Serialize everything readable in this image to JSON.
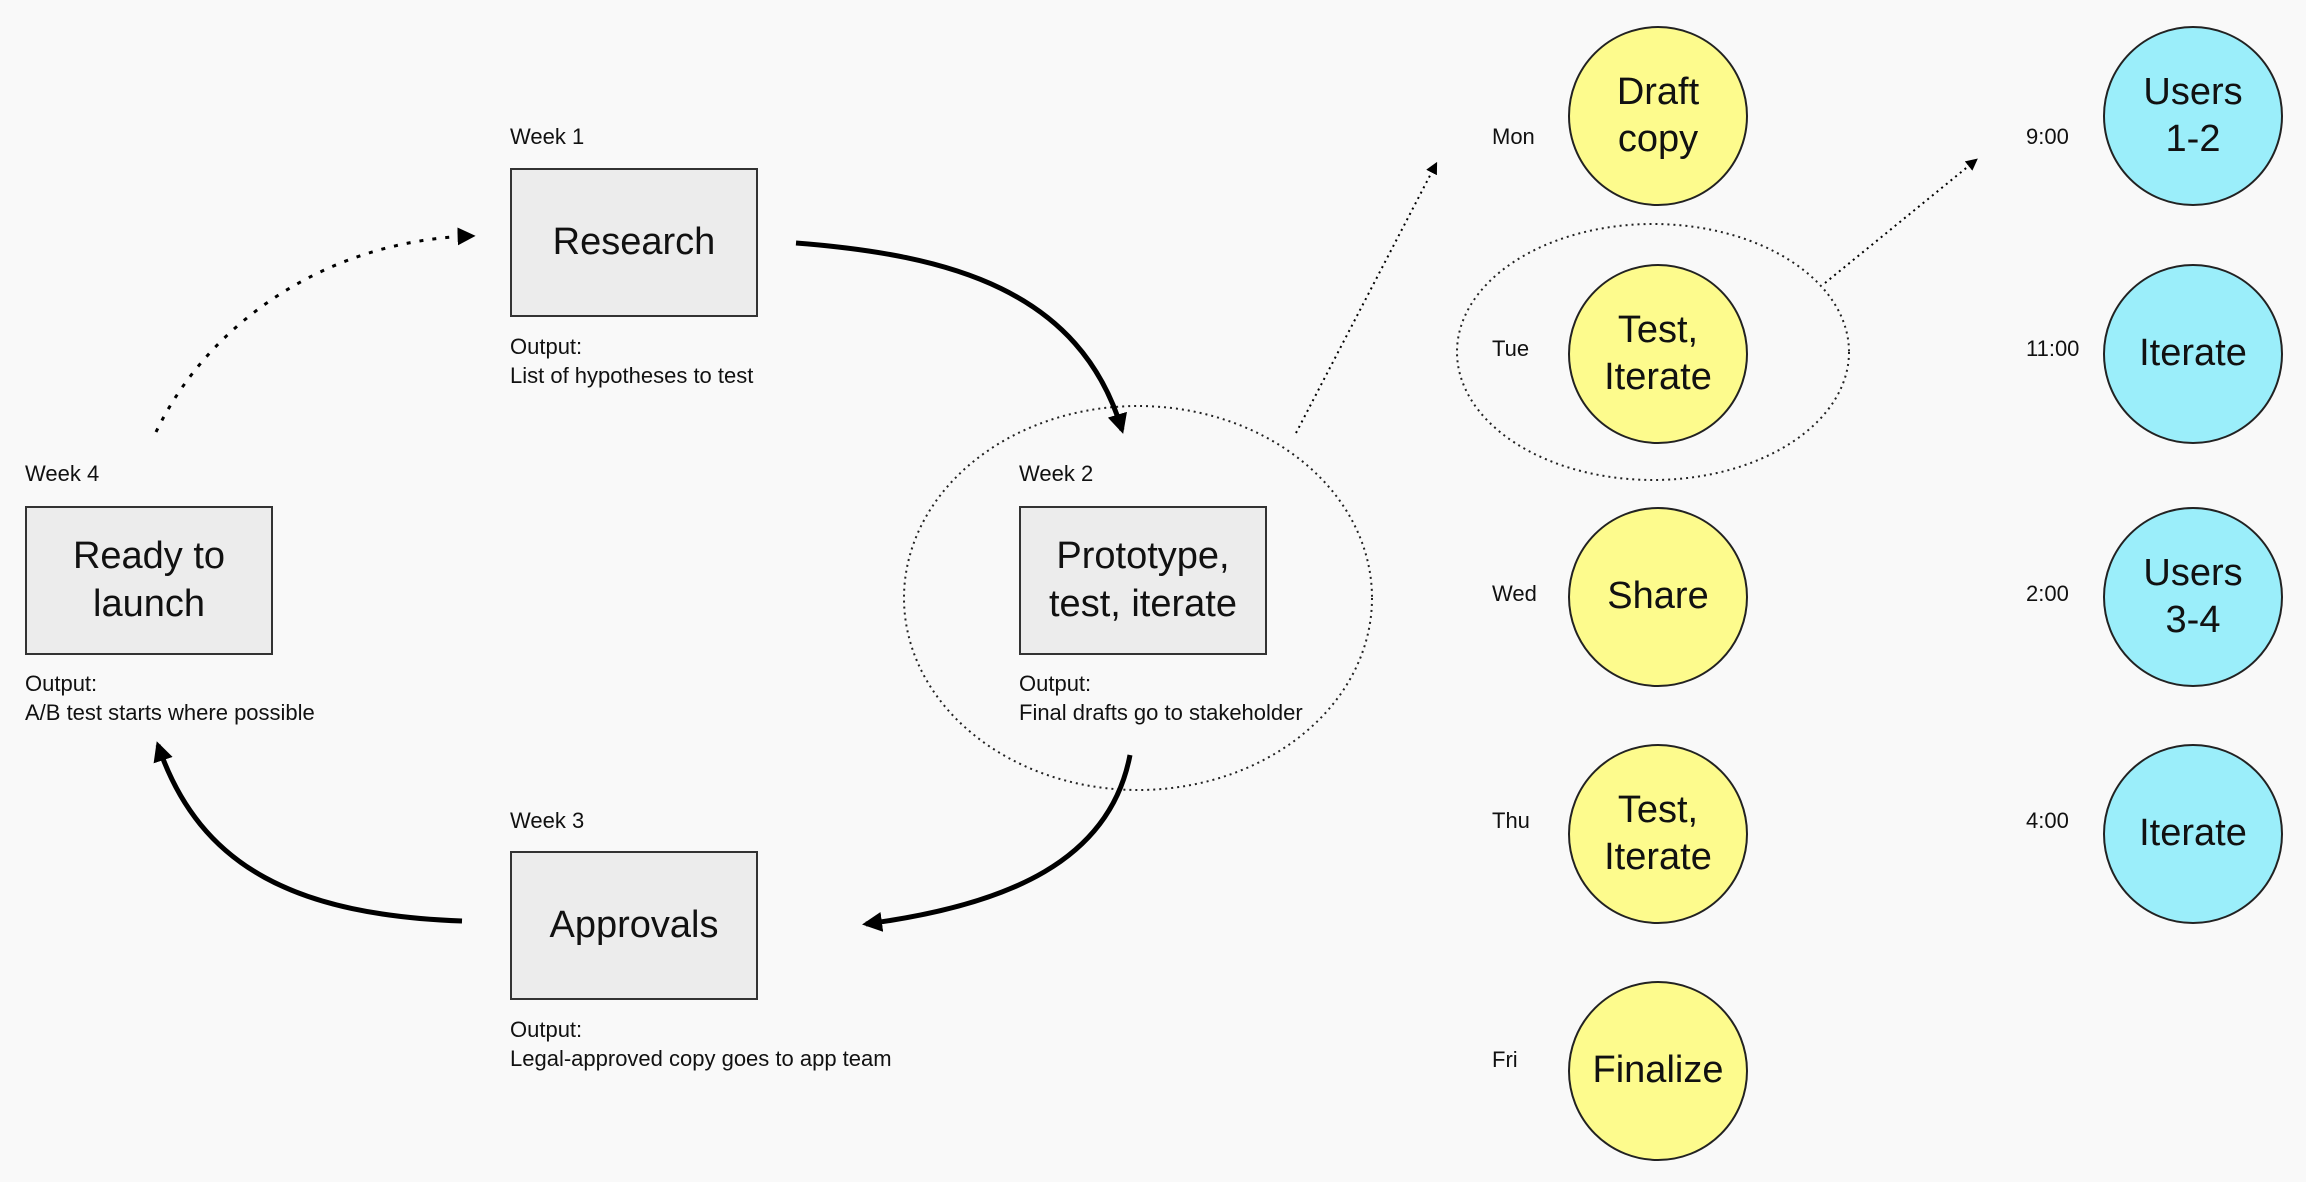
{
  "colors": {
    "day_circle": "#fdfb8d",
    "time_circle": "#9beefa",
    "box_fill": "#ececec"
  },
  "weeks": {
    "week1": {
      "label": "Week 1",
      "title": "Research",
      "output_label": "Output:",
      "output_text": "List of hypotheses to test"
    },
    "week2": {
      "label": "Week 2",
      "title": "Prototype,\ntest, iterate",
      "output_label": "Output:",
      "output_text": "Final drafts go to stakeholder"
    },
    "week3": {
      "label": "Week 3",
      "title": "Approvals",
      "output_label": "Output:",
      "output_text": "Legal-approved copy goes to app team"
    },
    "week4": {
      "label": "Week 4",
      "title": "Ready to\nlaunch",
      "output_label": "Output:",
      "output_text": "A/B test starts where possible"
    }
  },
  "days": [
    {
      "day": "Mon",
      "task": "Draft\ncopy"
    },
    {
      "day": "Tue",
      "task": "Test,\nIterate"
    },
    {
      "day": "Wed",
      "task": "Share"
    },
    {
      "day": "Thu",
      "task": "Test,\nIterate"
    },
    {
      "day": "Fri",
      "task": "Finalize"
    }
  ],
  "schedule": [
    {
      "time": "9:00",
      "task": "Users\n1-2"
    },
    {
      "time": "11:00",
      "task": "Iterate"
    },
    {
      "time": "2:00",
      "task": "Users\n3-4"
    },
    {
      "time": "4:00",
      "task": "Iterate"
    }
  ]
}
